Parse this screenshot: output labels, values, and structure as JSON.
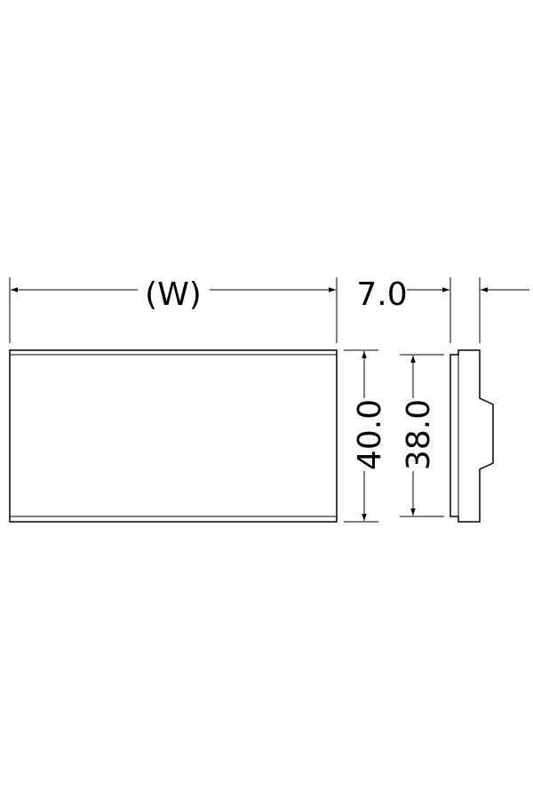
{
  "dimensions": {
    "width_label": "(W)",
    "depth_label": "7.0",
    "outer_height_label": "40.0",
    "inner_height_label": "38.0"
  },
  "colors": {
    "line": "#000000",
    "background": "#ffffff"
  }
}
